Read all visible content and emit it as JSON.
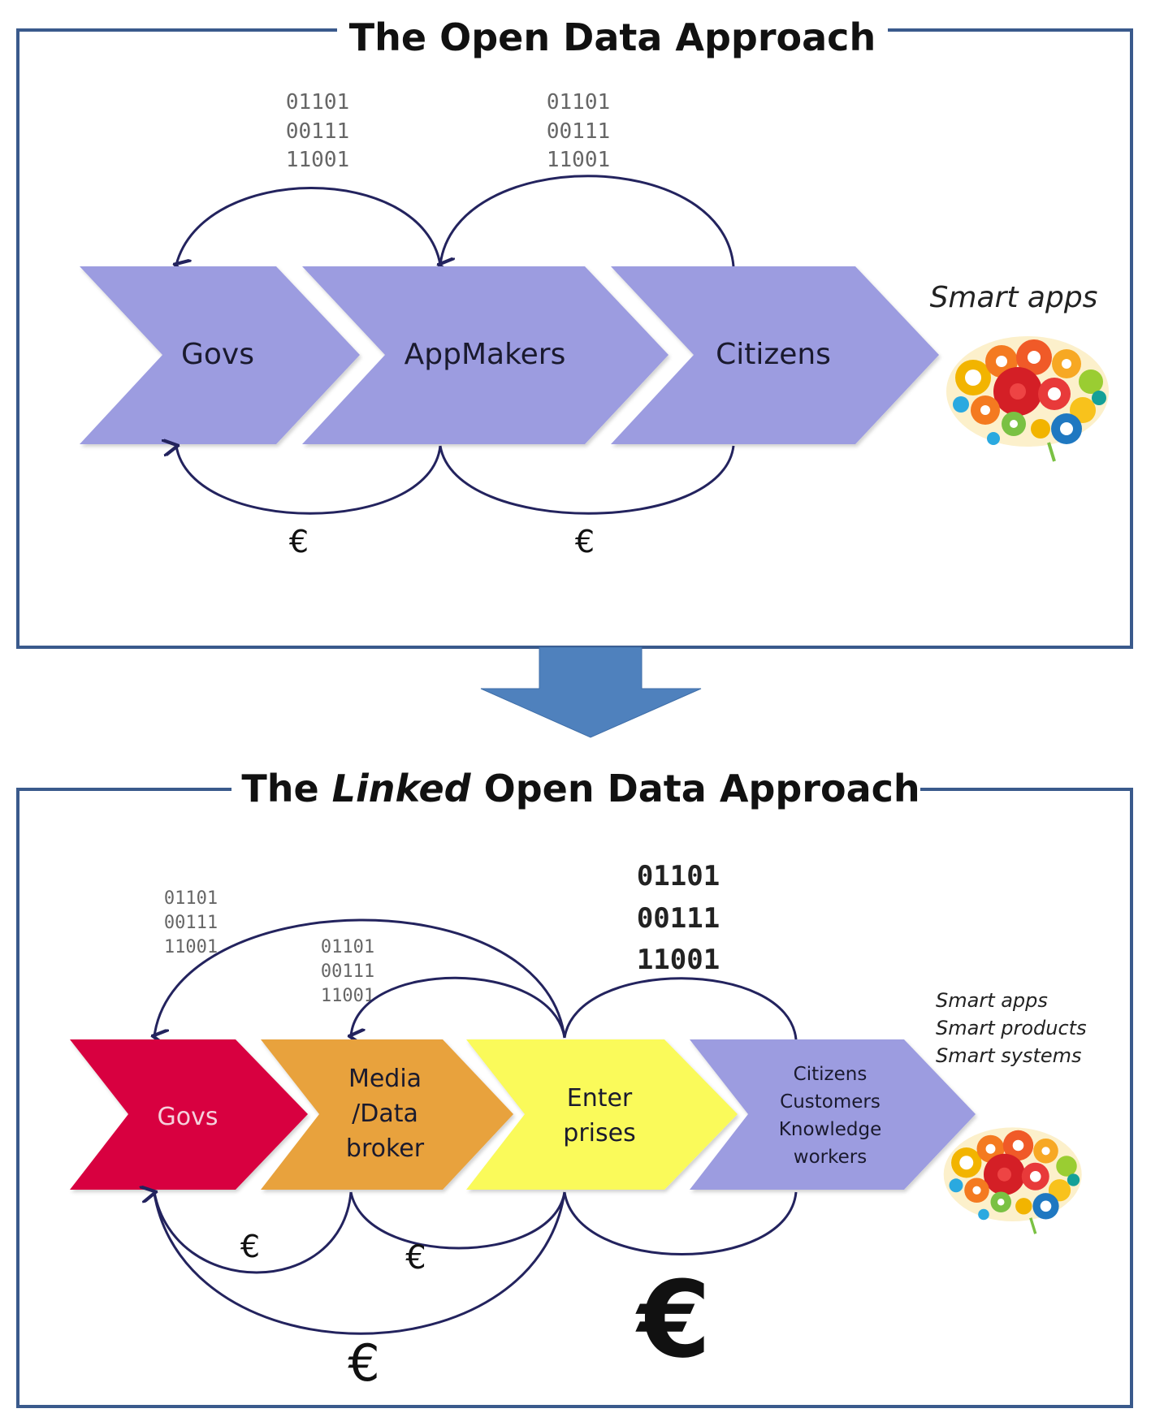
{
  "top_panel": {
    "title": "The Open Data Approach",
    "stages": [
      {
        "label": "Govs",
        "color": "#9c9ce0"
      },
      {
        "label": "AppMakers",
        "color": "#9c9ce0"
      },
      {
        "label": "Citizens",
        "color": "#9c9ce0"
      }
    ],
    "binary_blocks": [
      [
        "01101",
        "00111",
        "11001"
      ],
      [
        "01101",
        "00111",
        "11001"
      ]
    ],
    "euro_labels": [
      "€",
      "€"
    ],
    "output_label": "Smart apps",
    "output_icon": "gear-brain-icon"
  },
  "transition_arrow": {
    "icon": "down-arrow-icon",
    "color": "#4f81bd"
  },
  "bottom_panel": {
    "title_prefix": "The ",
    "title_emphasis": "Linked",
    "title_suffix": " Open Data Approach",
    "stages": [
      {
        "lines": [
          "Govs"
        ],
        "color": "#d8063f",
        "text_color": "#f5d0dc"
      },
      {
        "lines": [
          "Media",
          "/Data",
          "broker"
        ],
        "color": "#e8a23c",
        "text_color": "#1a1a1a"
      },
      {
        "lines": [
          "Enter",
          "prises"
        ],
        "color": "#fafa5a",
        "text_color": "#1a1a1a"
      },
      {
        "lines": [
          "Citizens",
          "Customers",
          "Knowledge",
          "workers"
        ],
        "color": "#9c9ce0",
        "text_color": "#1a1a2e"
      }
    ],
    "binary_blocks": [
      [
        "01101",
        "00111",
        "11001"
      ],
      [
        "01101",
        "00111",
        "11001"
      ],
      [
        "01101",
        "00111",
        "11001"
      ]
    ],
    "euro_labels": [
      "€",
      "€",
      "€",
      "€"
    ],
    "output_labels": [
      "Smart apps",
      "Smart products",
      "Smart systems"
    ],
    "output_icon": "gear-brain-icon"
  },
  "colors": {
    "frame": "#3a5a8c",
    "arc": "#23235e"
  }
}
